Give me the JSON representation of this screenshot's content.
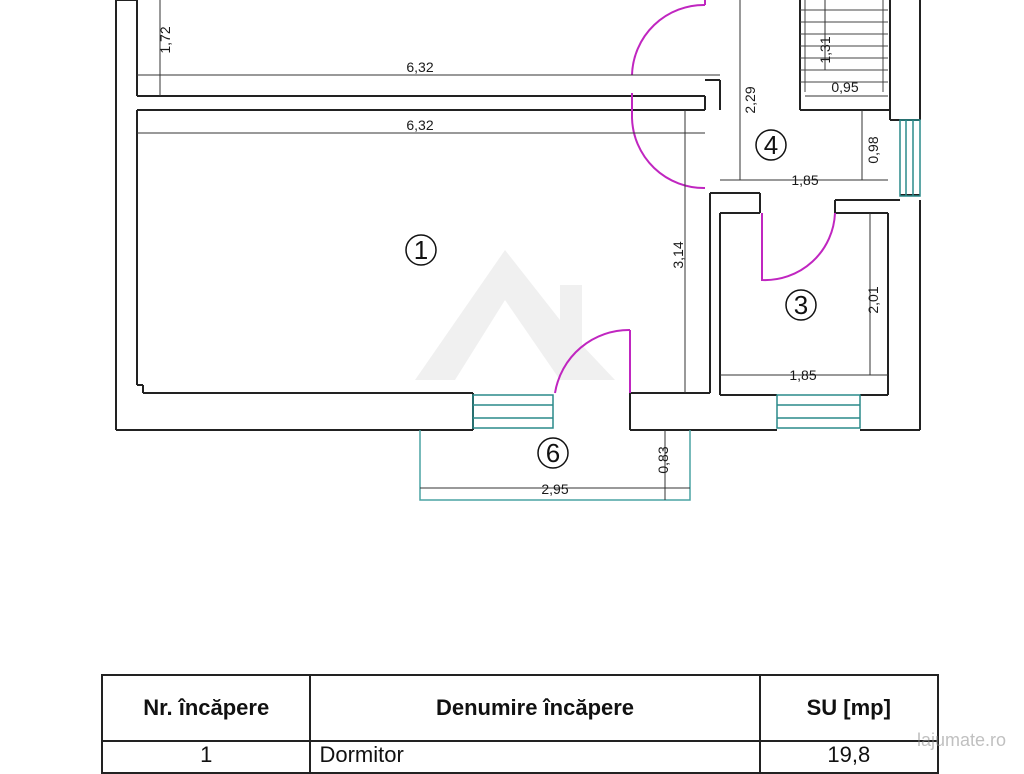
{
  "plan": {
    "dimensions": {
      "d_172": "1,72",
      "d_632_top": "6,32",
      "d_632_mid": "6,32",
      "d_229": "2,29",
      "d_131": "1,31",
      "d_095": "0,95",
      "d_098": "0,98",
      "d_185_top": "1,85",
      "d_314": "3,14",
      "d_201": "2,01",
      "d_185_bottom": "1,85",
      "d_083": "0,83",
      "d_295": "2,95"
    },
    "rooms": {
      "r1": "1",
      "r3": "3",
      "r4": "4",
      "r6": "6"
    },
    "colors": {
      "wall": "#222222",
      "door": "#c026c0",
      "window": "#2a8a8a",
      "balcony": "#4aa3a3"
    }
  },
  "legend": {
    "headers": {
      "nr": "Nr. încăpere",
      "name": "Denumire încăpere",
      "area": "SU [mp]"
    },
    "rows": [
      {
        "nr": "1",
        "name": "Dormitor",
        "area": "19,8"
      }
    ]
  },
  "watermark": "lajumate.ro"
}
